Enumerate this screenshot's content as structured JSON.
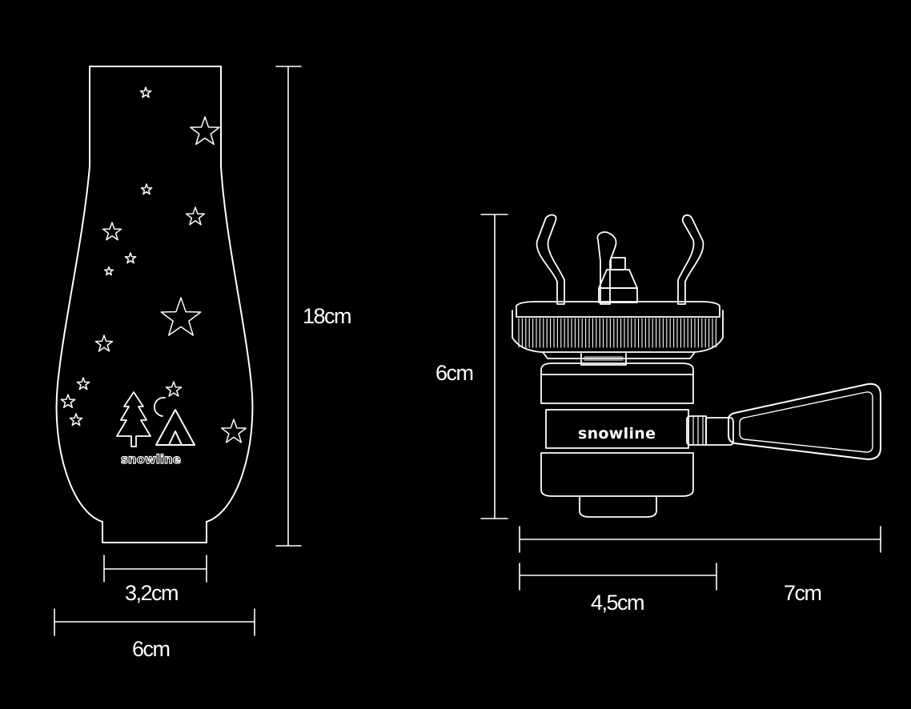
{
  "dimensions": {
    "globe_height": "18cm",
    "globe_neck_width": "3,2cm",
    "globe_width": "6cm",
    "stove_height": "6cm",
    "stove_body_width": "4,5cm",
    "stove_total_width": "7cm"
  },
  "brand": {
    "globe_logo": "snowline",
    "stove_logo": "snowline"
  },
  "colors": {
    "background": "#000000",
    "line": "#ffffff"
  }
}
